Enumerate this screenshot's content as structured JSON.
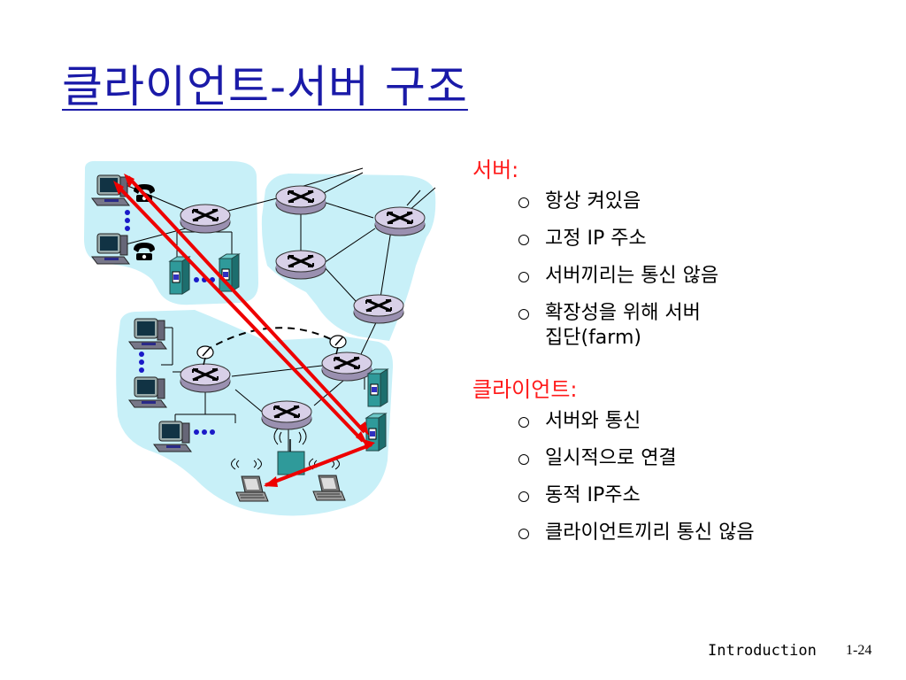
{
  "slide": {
    "title": "클라이언트-서버 구조",
    "server_section": {
      "label": "서버:",
      "bullets": [
        "항상 켜있음",
        "고정 IP 주소",
        "서버끼리는 통신 않음",
        "확장성을 위해 서버",
        "집단(farm)"
      ]
    },
    "client_section": {
      "label": "클라이언트:",
      "bullets": [
        "서버와 통신",
        "일시적으로 연결",
        "동적 IP주소",
        "클라이언트끼리 통신 않음"
      ]
    },
    "footer": {
      "label": "Introduction",
      "page": "1-24"
    }
  },
  "colors": {
    "title": "#1a1aa8",
    "section_label": "#ff1a1a",
    "cloud": "#c8f0f8",
    "arrow": "#ee0000",
    "router": "#c9c0d8",
    "server": "#2f8f8f",
    "dots": "#1a1ac8"
  },
  "icons": [
    "router-icon",
    "server-icon",
    "pc-icon",
    "laptop-icon",
    "telephone-icon",
    "satellite-dish-icon",
    "wireless-base-station-icon"
  ]
}
